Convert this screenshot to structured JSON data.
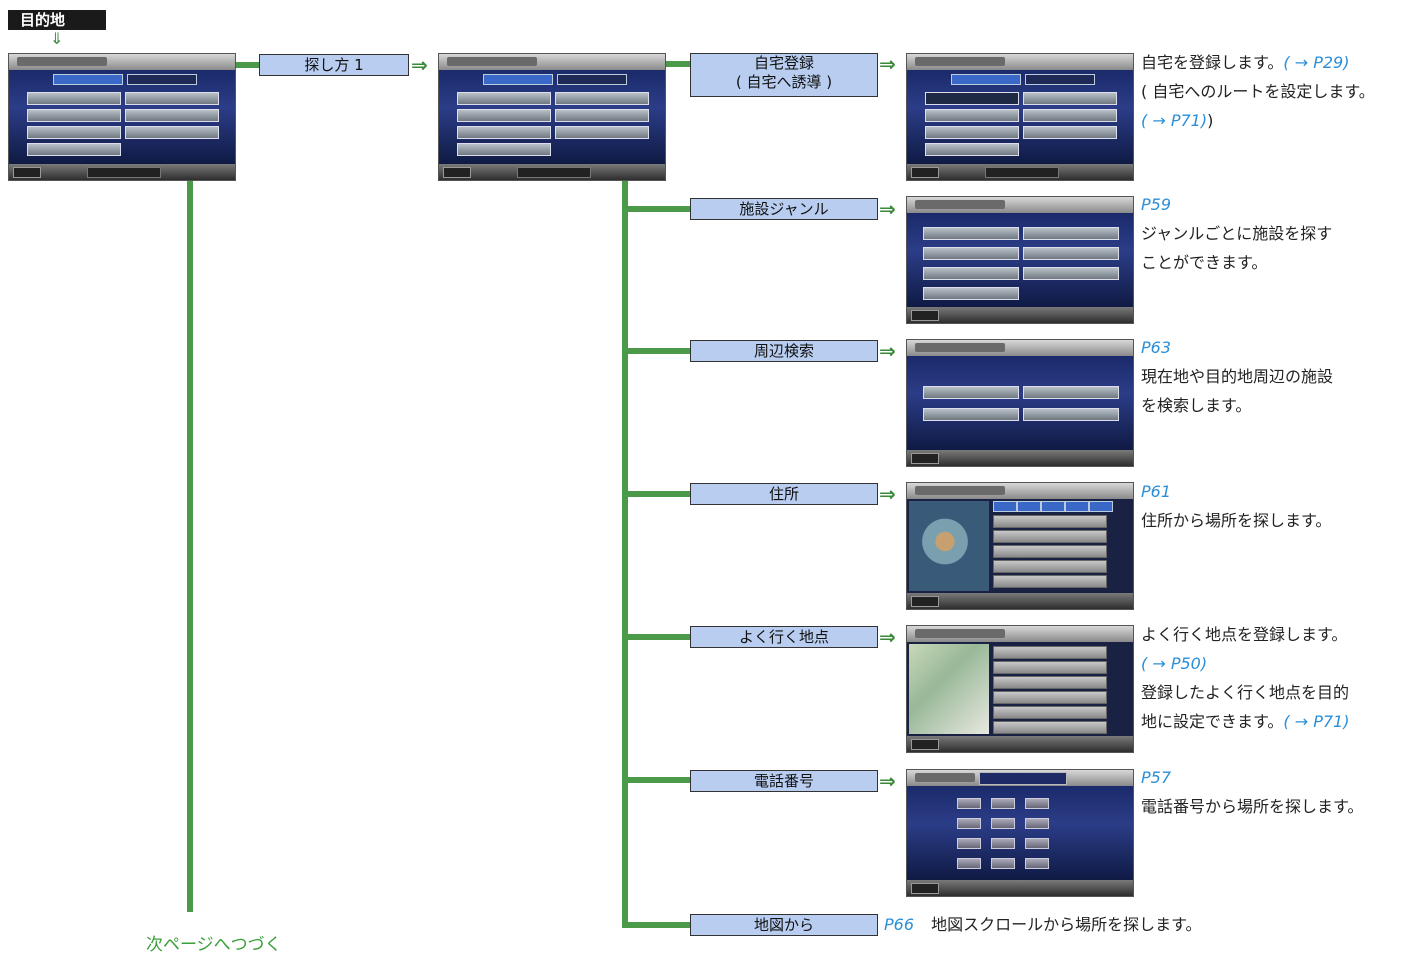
{
  "header": {
    "title": "目的地"
  },
  "labels": {
    "method1": "探し方 1",
    "home_line1": "自宅登録",
    "home_line2": "( 自宅へ誘導 )",
    "genre": "施設ジャンル",
    "nearby": "周辺検索",
    "address": "住所",
    "frequent": "よく行く地点",
    "phone": "電話番号",
    "map": "地図から"
  },
  "descriptions": {
    "home": {
      "line1_text": "自宅を登録します。",
      "line1_ref": "( → P29)",
      "line2_text": "( 自宅へのルートを設定します。",
      "line3_ref": "( → P71)",
      "line3_text": ")"
    },
    "genre": {
      "ref": "P59",
      "line1": "ジャンルごとに施設を探す",
      "line2": "ことができます。"
    },
    "nearby": {
      "ref": "P63",
      "line1": "現在地や目的地周辺の施設",
      "line2": "を検索します。"
    },
    "address": {
      "ref": "P61",
      "line1": "住所から場所を探します。"
    },
    "frequent": {
      "line1": "よく行く地点を登録します。",
      "line2_ref": "( → P50)",
      "line3": "登録したよく行く地点を目的",
      "line4_text": "地に設定できます。",
      "line4_ref": "( → P71)"
    },
    "phone": {
      "ref": "P57",
      "line1": "電話番号から場所を探します。"
    },
    "map": {
      "ref": "P66",
      "text": "地図スクロールから場所を探します。"
    }
  },
  "footer": {
    "continue": "次ページへつづく"
  },
  "colors": {
    "line": "#4a9a4a",
    "label_bg": "#b8cdf0",
    "ref": "#2a8fd8",
    "continue": "#3aa03a"
  }
}
